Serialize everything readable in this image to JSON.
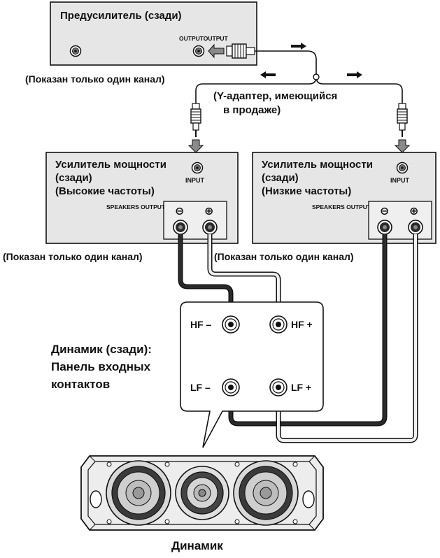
{
  "preamp": {
    "title": "Предусилитель (сзади)",
    "output_label": "OUTPUTOUTPUT",
    "note": "(Показан только один канал)"
  },
  "y_adapter": {
    "line1": "(Y-адаптер, имеющийся",
    "line2": "в продаже)"
  },
  "amp_high": {
    "line1": "Усилитель мощности",
    "line2": "(сзади)",
    "line3": "(Высокие частоты)",
    "input_label": "INPUT",
    "speakers_output_label": "SPEAKERS OUTPUT",
    "minus": "⊖",
    "plus": "⊕",
    "note": "(Показан только один канал)"
  },
  "amp_low": {
    "line1": "Усилитель мощности",
    "line2": "(сзади)",
    "line3": "(Низкие частоты)",
    "input_label": "INPUT",
    "speakers_output_label": "SPEAKERS OUTPUT",
    "minus": "⊖",
    "plus": "⊕",
    "note": "(Показан только один канал)"
  },
  "terminal_panel": {
    "hf_minus": "HF –",
    "hf_plus": "HF +",
    "lf_minus": "LF –",
    "lf_plus": "LF +",
    "title_line1": "Динамик (сзади):",
    "title_line2": "Панель входных",
    "title_line3": "контактов"
  },
  "speaker": {
    "caption": "Динамик"
  },
  "colors": {
    "panel_fill": "#e6e6e6",
    "cable_dark": "#2b2b2b",
    "cable_light": "#f0f0f0",
    "arrow_gray": "#8a8a8a"
  }
}
